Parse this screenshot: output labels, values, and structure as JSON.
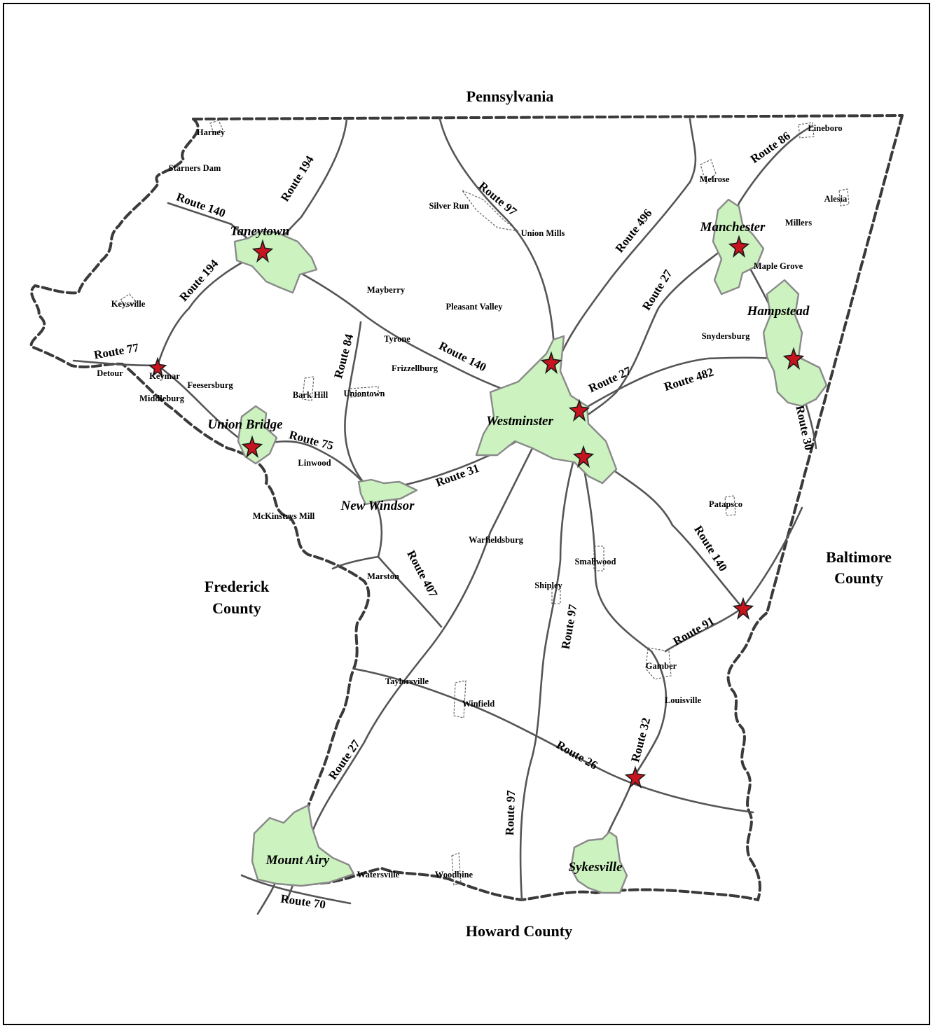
{
  "regions": {
    "north": "Pennsylvania",
    "south": "Howard County",
    "west_line1": "Frederick",
    "west_line2": "County",
    "east_line1": "Baltimore",
    "east_line2": "County"
  },
  "towns": {
    "taneytown": "Taneytown",
    "manchester": "Manchester",
    "hampstead": "Hampstead",
    "westminster": "Westminster",
    "union_bridge": "Union Bridge",
    "new_windsor": "New Windsor",
    "mount_airy": "Mount Airy",
    "sykesville": "Sykesville"
  },
  "places": {
    "harney": "Harney",
    "starners_dam": "Starners Dam",
    "keysville": "Keysville",
    "detour": "Detour",
    "keymar": "Keymar",
    "feesersburg": "Feesersburg",
    "middleburg": "Middleburg",
    "bark_hill": "Bark Hill",
    "uniontown": "Uniontown",
    "linwood": "Linwood",
    "mckinstrys_mill": "McKinstrys Mill",
    "marston": "Marston",
    "taylorsville": "Taylorsville",
    "winfield": "Winfield",
    "watersville": "Watersville",
    "woodbine": "Woodbine",
    "silver_run": "Silver Run",
    "union_mills": "Union Mills",
    "mayberry": "Mayberry",
    "pleasant_valley": "Pleasant Valley",
    "tyrone": "Tyrone",
    "frizzellburg": "Frizzellburg",
    "warfieldsburg": "Warfieldsburg",
    "shipley": "Shipley",
    "smallwood": "Smallwood",
    "gamber": "Gamber",
    "louisville": "Louisville",
    "patapsco": "Patapsco",
    "snydersburg": "Snydersburg",
    "maple_grove": "Maple Grove",
    "millers": "Millers",
    "alesia": "Alesia",
    "melrose": "Melrose",
    "lineboro": "Lineboro"
  },
  "routes": {
    "r194_north": "Route 194",
    "r194_south": "Route 194",
    "r140_west": "Route 140",
    "r140_center": "Route 140",
    "r140_east": "Route 140",
    "r77": "Route 77",
    "r84": "Route 84",
    "r75": "Route 75",
    "r31": "Route 31",
    "r407": "Route 407",
    "r97_north": "Route 97",
    "r97_center": "Route 97",
    "r97_south": "Route 97",
    "r496": "Route 496",
    "r27_north": "Route 27",
    "r27_center": "Route 27",
    "r27_south": "Route 27",
    "r482": "Route 482",
    "r86": "Route 86",
    "r30": "Route 30",
    "r91": "Route 91",
    "r32": "Route 32",
    "r26": "Route 26",
    "r70": "Route 70"
  },
  "colors": {
    "town_fill": "#ccf2c0",
    "town_outline": "#8a8a8a",
    "road": "#555555",
    "border": "#3a3a3a",
    "star": "#c8141e"
  }
}
